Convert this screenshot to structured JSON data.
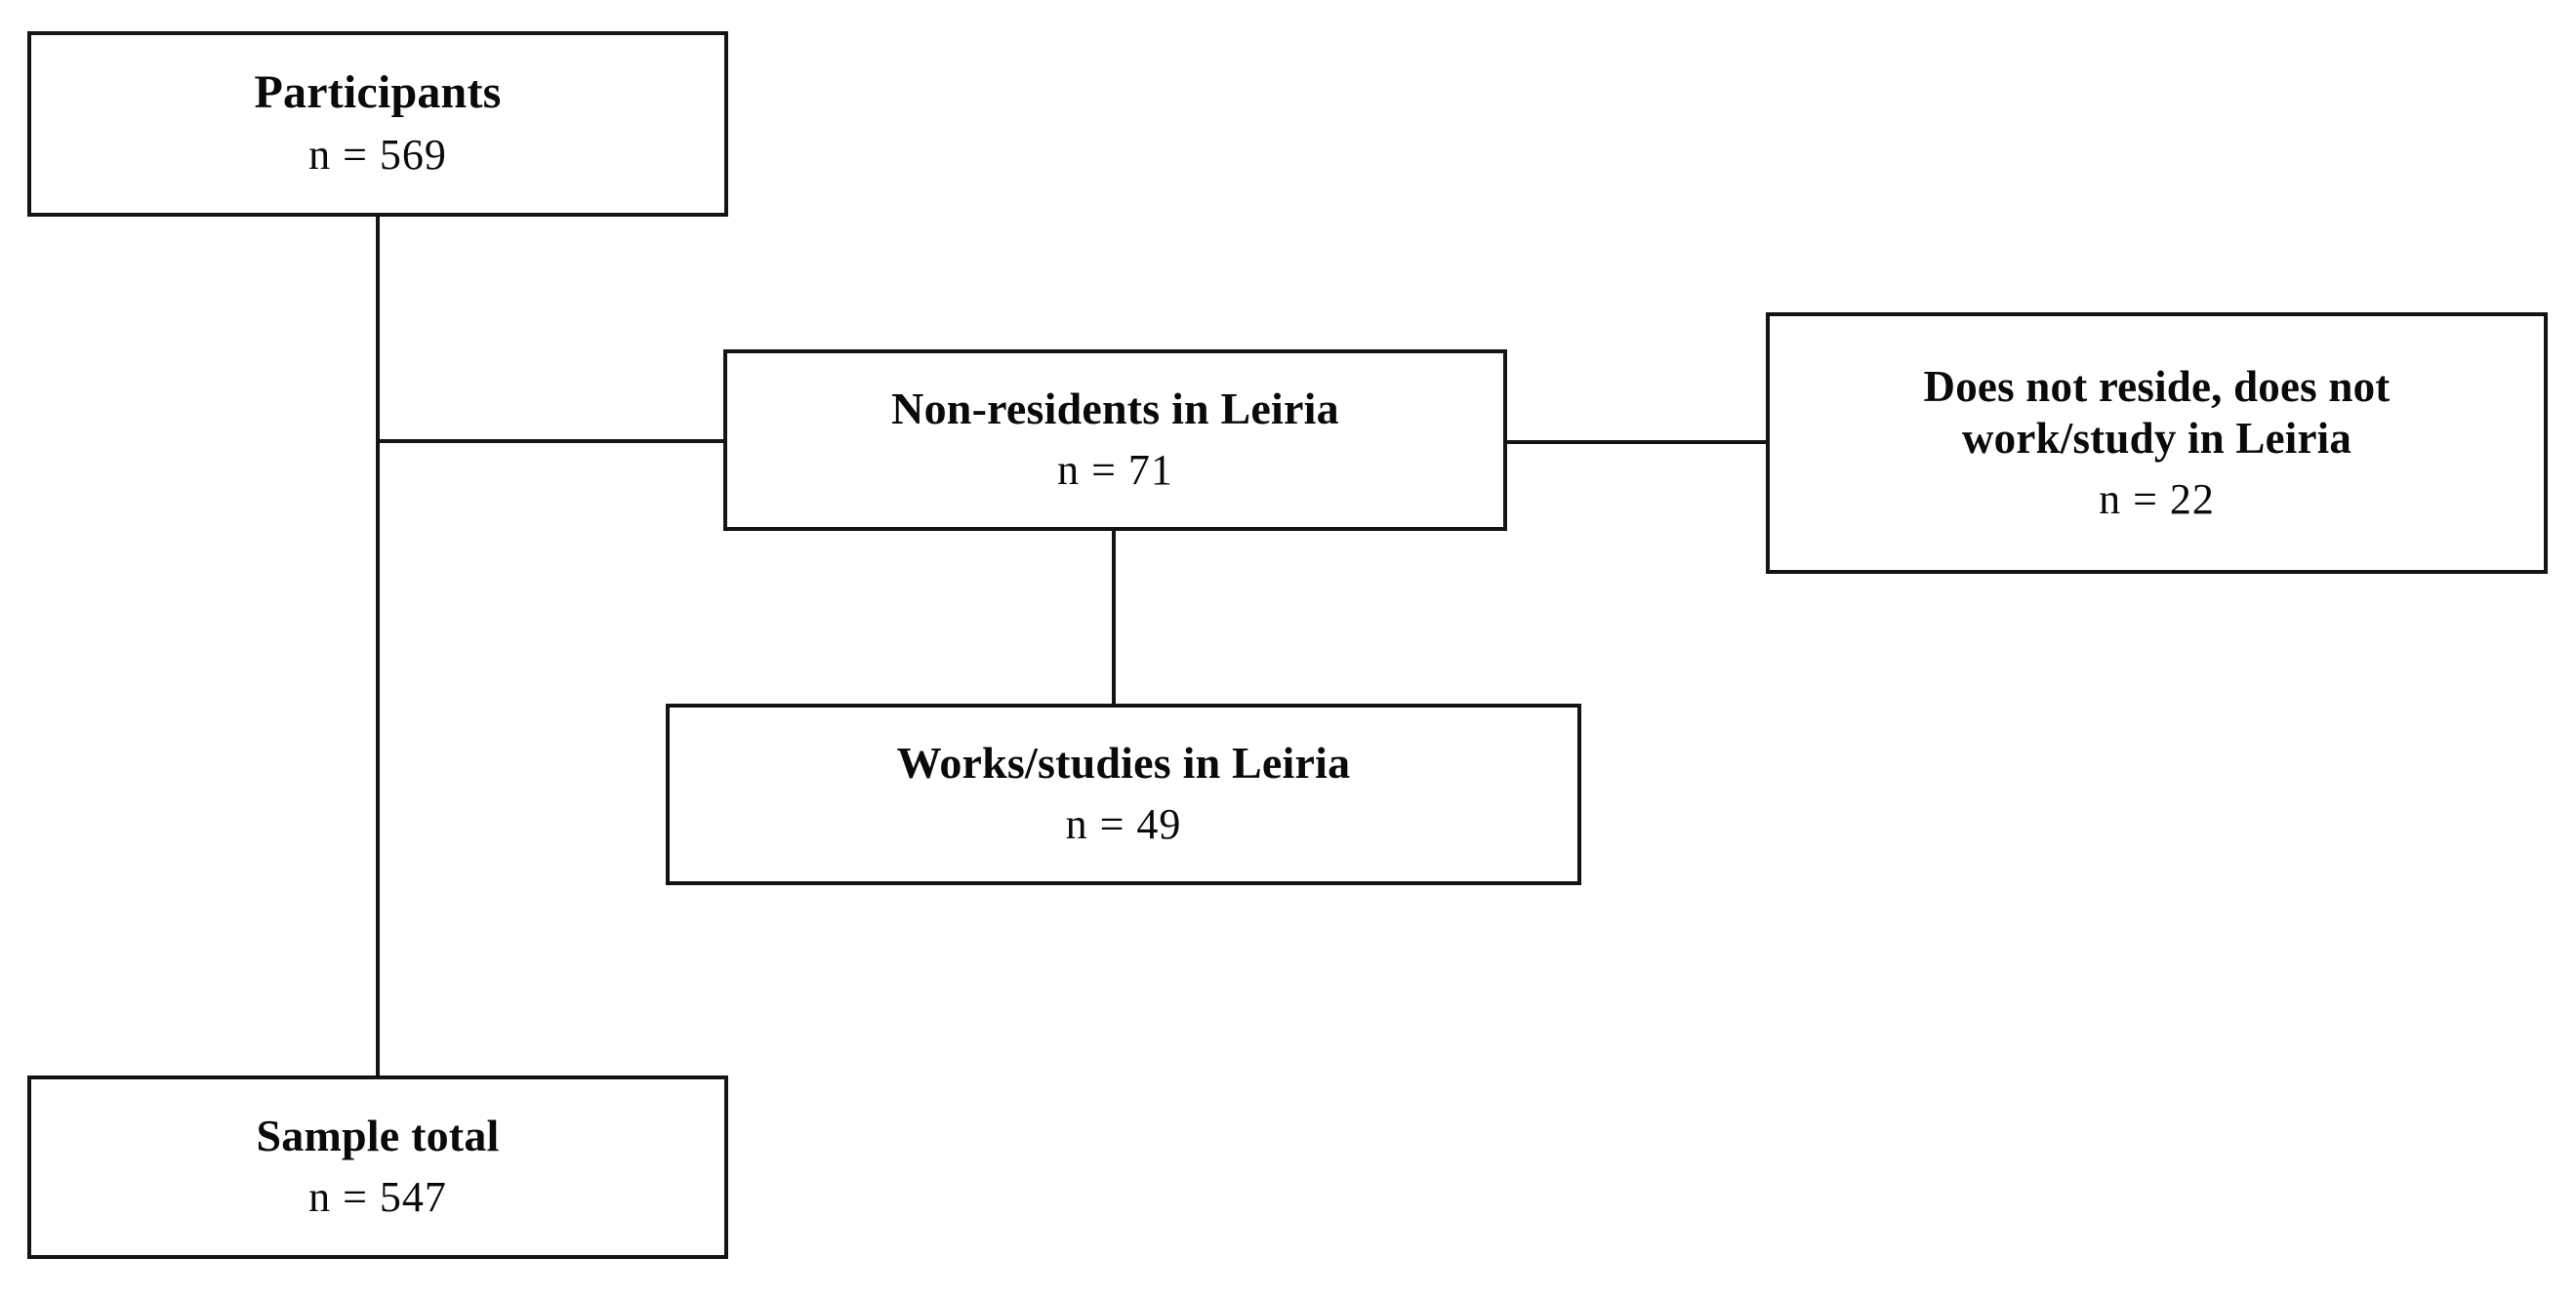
{
  "figure": {
    "type": "participant-flow-diagram",
    "background_color": "#ffffff",
    "line_color": "#141414"
  },
  "nodes": {
    "participants": {
      "title": "Participants",
      "count": "n = 569"
    },
    "non_residents": {
      "title": "Non-residents in Leiria",
      "count": "n = 71"
    },
    "excluded": {
      "title": "Does not reside, does not\nwork/study in Leiria",
      "count": "n = 22"
    },
    "works_studies": {
      "title": "Works/studies in Leiria",
      "count": "n = 49"
    },
    "sample_total": {
      "title": "Sample total",
      "count": "n = 547"
    }
  },
  "connectors": [
    {
      "name": "participants-to-sample-total-trunk",
      "orientation": "vertical"
    },
    {
      "name": "trunk-to-non-residents",
      "orientation": "horizontal"
    },
    {
      "name": "non-residents-to-excluded",
      "orientation": "horizontal"
    },
    {
      "name": "non-residents-to-works-studies",
      "orientation": "vertical"
    }
  ]
}
